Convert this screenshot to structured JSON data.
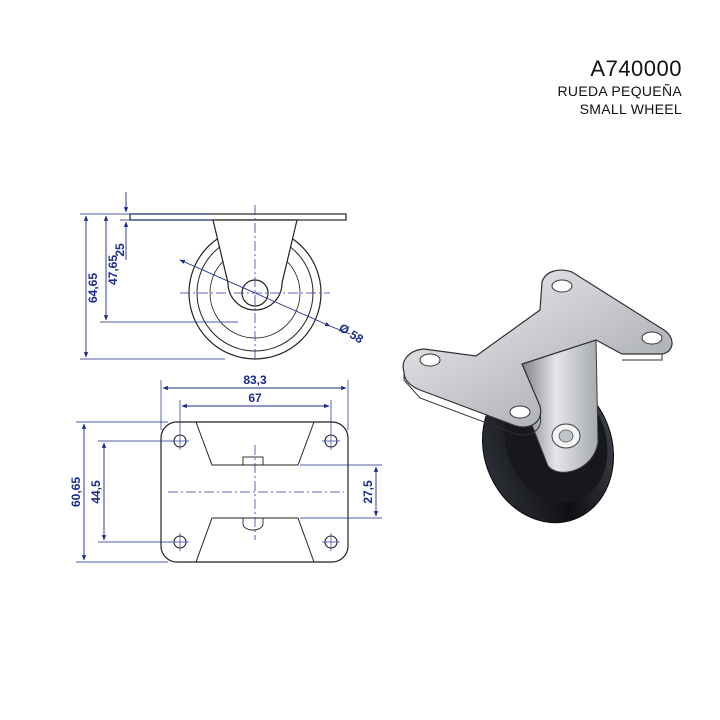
{
  "header": {
    "code": "A740000",
    "name_es": "RUEDA PEQUEÑA",
    "name_en": "SMALL WHEEL"
  },
  "dimensions": {
    "side_height_total": "64,65",
    "side_axle_height": "47,65",
    "side_plate_offset": "25",
    "wheel_diameter": "Ø 58",
    "plate_length": "83,3",
    "hole_spacing_length": "67",
    "plate_width": "60,65",
    "hole_spacing_width": "44,5",
    "bracket_gap": "27,5"
  },
  "colors": {
    "line": "#222222",
    "dimension": "#1a2a8c",
    "centerline": "#2a3aa0",
    "steel_light": "#d9dbde",
    "steel_dark": "#8e9196",
    "rubber": "#1b1d22"
  }
}
